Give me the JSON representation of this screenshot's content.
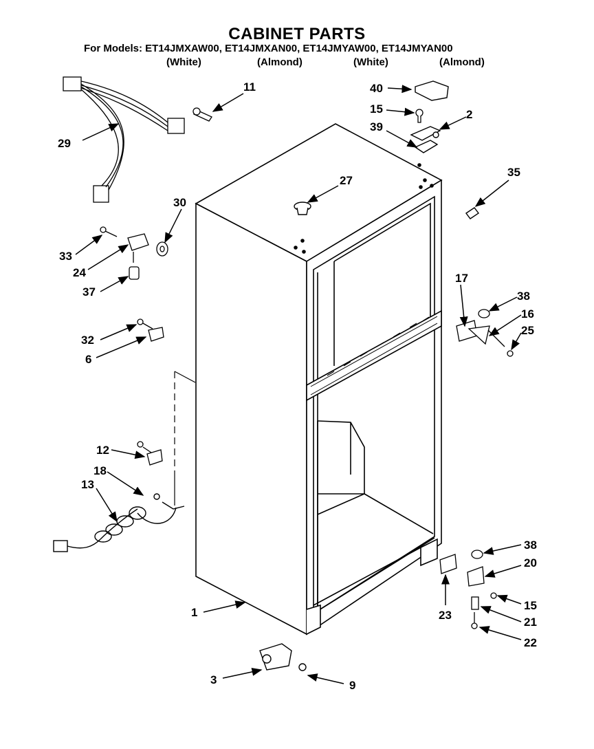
{
  "header": {
    "title": "CABINET PARTS",
    "models_line": "For Models: ET14JMXAW00, ET14JMXAN00, ET14JMYAW00, ET14JMYAN00",
    "variants": [
      "(White)",
      "(Almond)",
      "(White)",
      "(Almond)"
    ]
  },
  "callouts": [
    "1",
    "2",
    "3",
    "6",
    "9",
    "11",
    "12",
    "13",
    "15",
    "15",
    "16",
    "17",
    "18",
    "20",
    "21",
    "22",
    "23",
    "24",
    "25",
    "27",
    "29",
    "30",
    "32",
    "33",
    "35",
    "37",
    "38",
    "38",
    "39",
    "40"
  ]
}
